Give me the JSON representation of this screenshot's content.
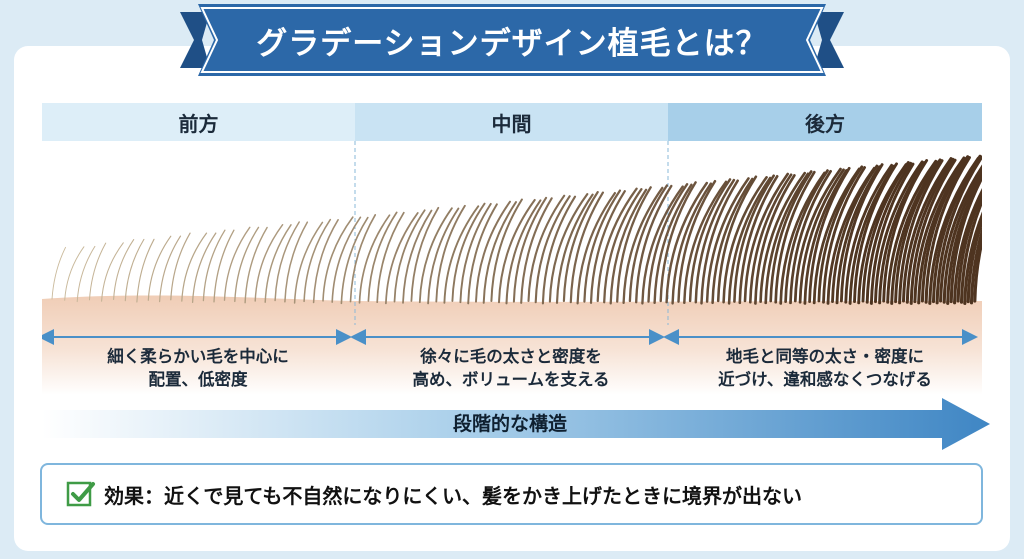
{
  "title": "グラデーションデザイン植毛とは？",
  "colors": {
    "banner": "#2c68a8",
    "skin": "#f3d6c3",
    "hair_light": "#cdbd9f",
    "hair_dark": "#4e3420",
    "arrow": "#4a90c8",
    "check": "#3f9b46"
  },
  "zones": [
    {
      "name": "前方",
      "desc": [
        "細く柔らかい毛を中心に",
        "配置、低密度"
      ]
    },
    {
      "name": "中間",
      "desc": [
        "徐々に毛の太さと密度を",
        "高め、ボリュームを支える"
      ]
    },
    {
      "name": "後方",
      "desc": [
        "地毛と同等の太さ・密度に",
        "近づけ、違和感なくつなげる"
      ]
    }
  ],
  "structure_label": "段階的な構造",
  "effect": {
    "icon": "checkbox-check-icon",
    "text": "効果：近くで見ても不自然になりにくい、髪をかき上げたときに境界が出ない"
  }
}
